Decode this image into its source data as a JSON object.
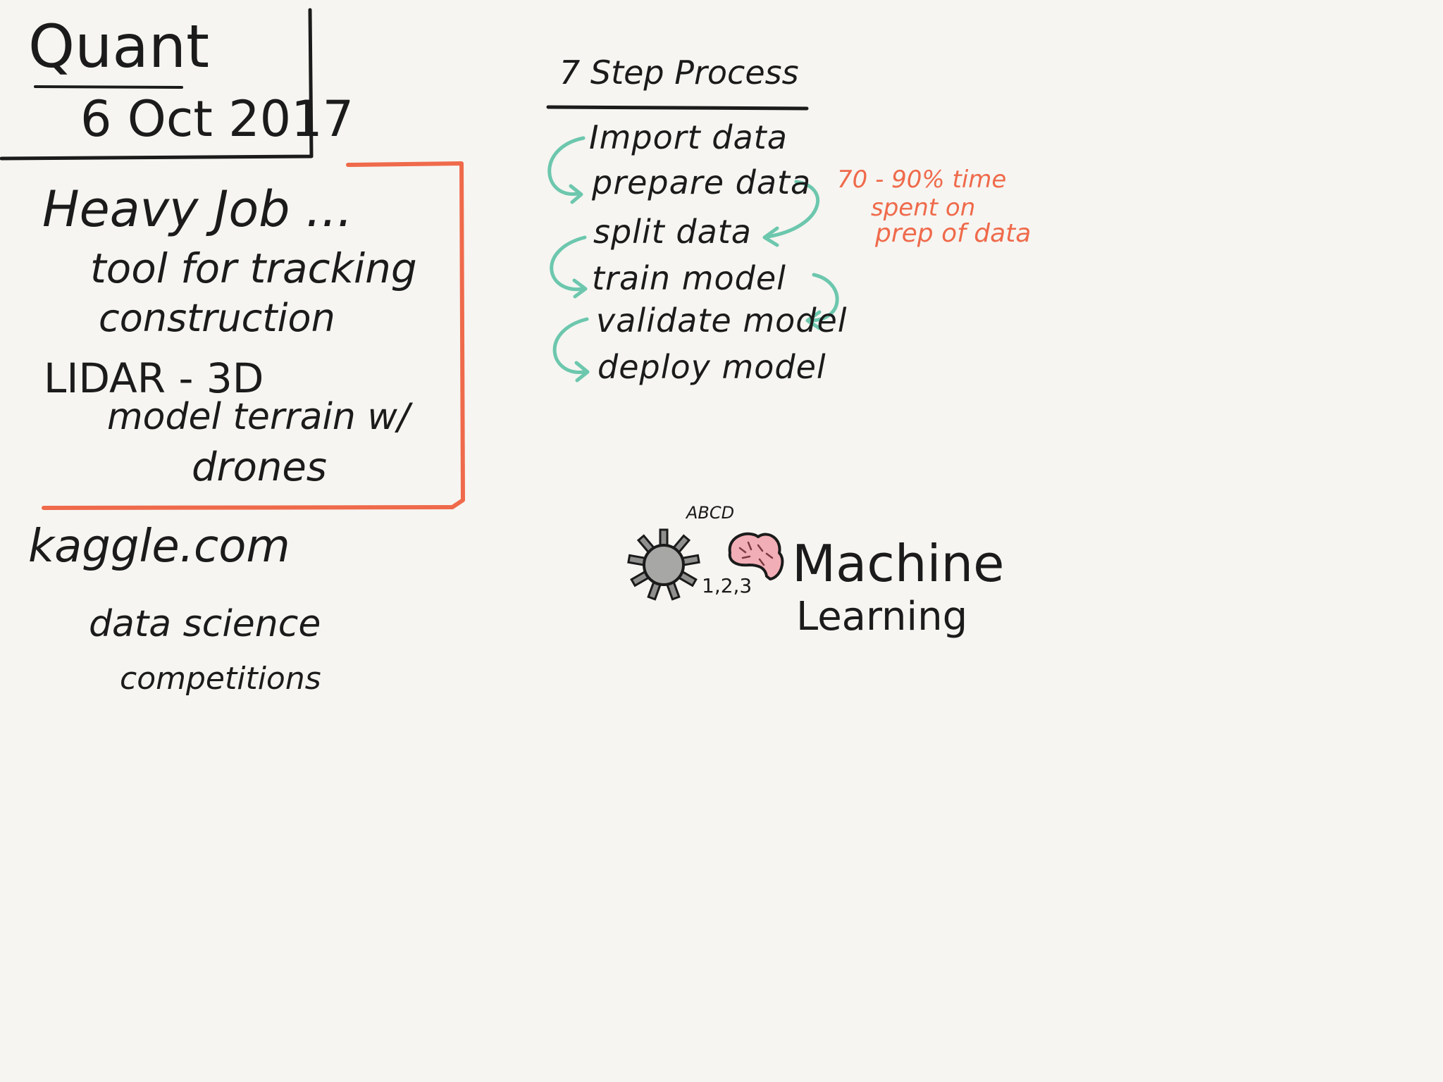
{
  "header": {
    "title": "Quant",
    "date": "6 Oct 2017"
  },
  "heavy_job": {
    "heading": "Heavy Job ...",
    "line1": "tool for tracking",
    "line2": "construction",
    "lidar": "LIDAR - 3D",
    "lidar_line1": "model terrain w/",
    "lidar_line2": "drones"
  },
  "kaggle": {
    "site": "kaggle.com",
    "line1": "data science",
    "line2": "competitions"
  },
  "process": {
    "title": "7 Step Process",
    "steps": [
      "Import  data",
      "prepare data",
      "split  data",
      "train  model",
      "validate model",
      "deploy  model"
    ],
    "note_line1": "70 - 90% time",
    "note_line2": "spent on",
    "note_line3": "prep of data"
  },
  "ml": {
    "abcd": "ABCD",
    "numbers": "1,2,3",
    "title_line1": "Machine",
    "title_line2": "Learning"
  },
  "colors": {
    "ink": "#1b1b1b",
    "accent_red": "#ef6a4b",
    "accent_teal": "#6cc7ad",
    "brain_pink": "#f2aeb6",
    "gear_gray": "#a7a7a5",
    "paper": "#f6f5f1"
  },
  "icons": [
    "gear-icon",
    "brain-icon"
  ]
}
